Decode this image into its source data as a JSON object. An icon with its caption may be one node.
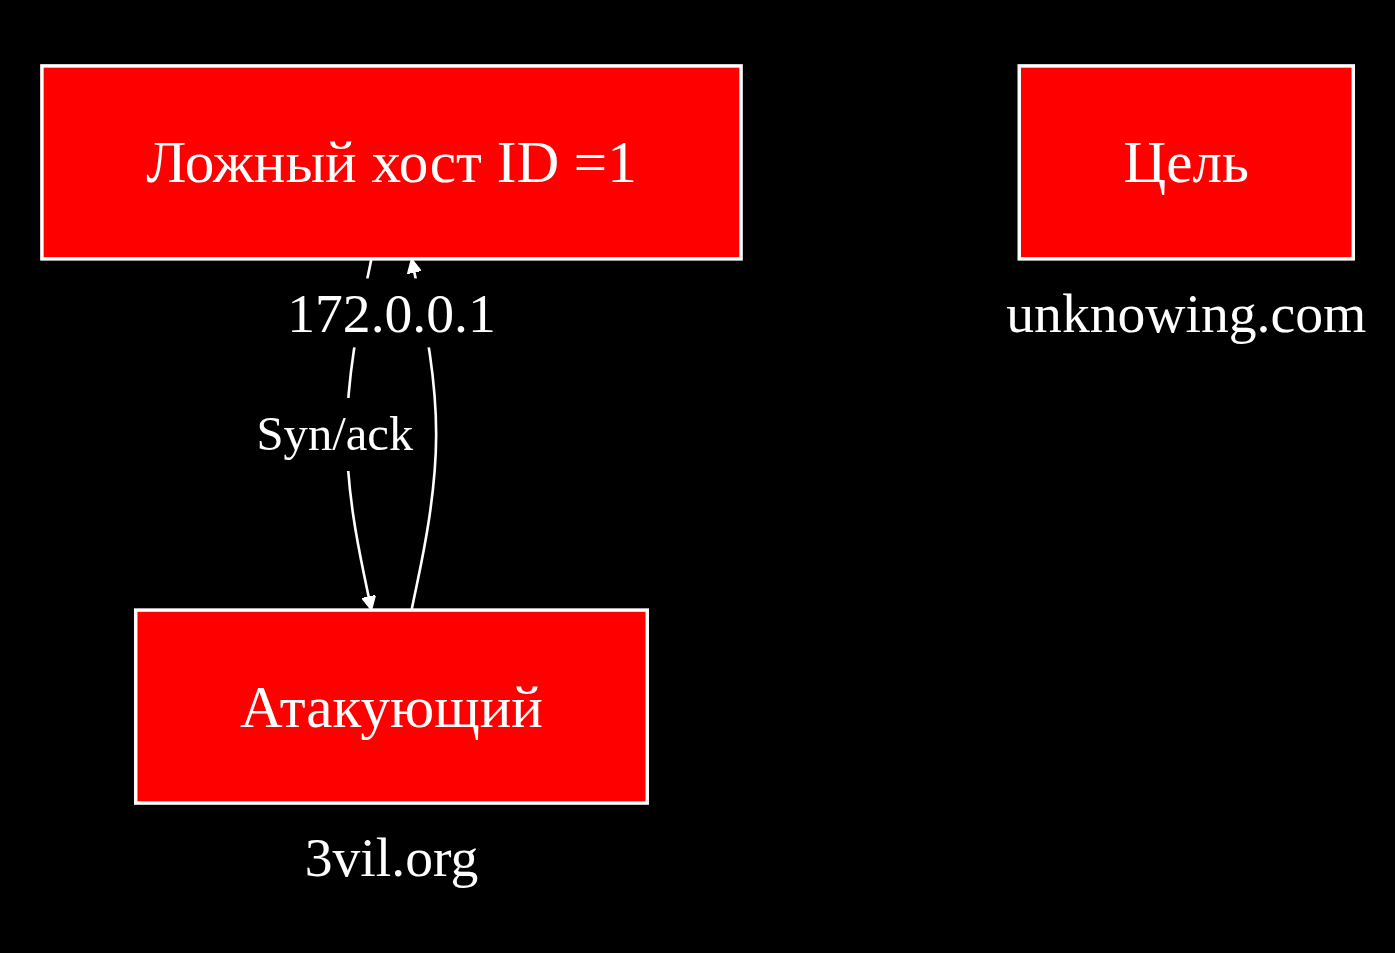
{
  "diagram": {
    "nodes": [
      {
        "text": [
          "Ложный хост ID =1"
        ],
        "beside": [
          "172.0.0.1"
        ]
      },
      {
        "text": [
          "Атакующий"
        ],
        "beside": [
          "3vil.org"
        ]
      },
      {
        "text": [
          "Цель"
        ],
        "beside": [
          "unknowing.com"
        ]
      }
    ],
    "edges": [
      {
        "from": 1,
        "to": 0,
        "arrow": "to"
      },
      {
        "from": 0,
        "to": 1,
        "label": "Syn/ack",
        "arrow": "to"
      }
    ]
  }
}
